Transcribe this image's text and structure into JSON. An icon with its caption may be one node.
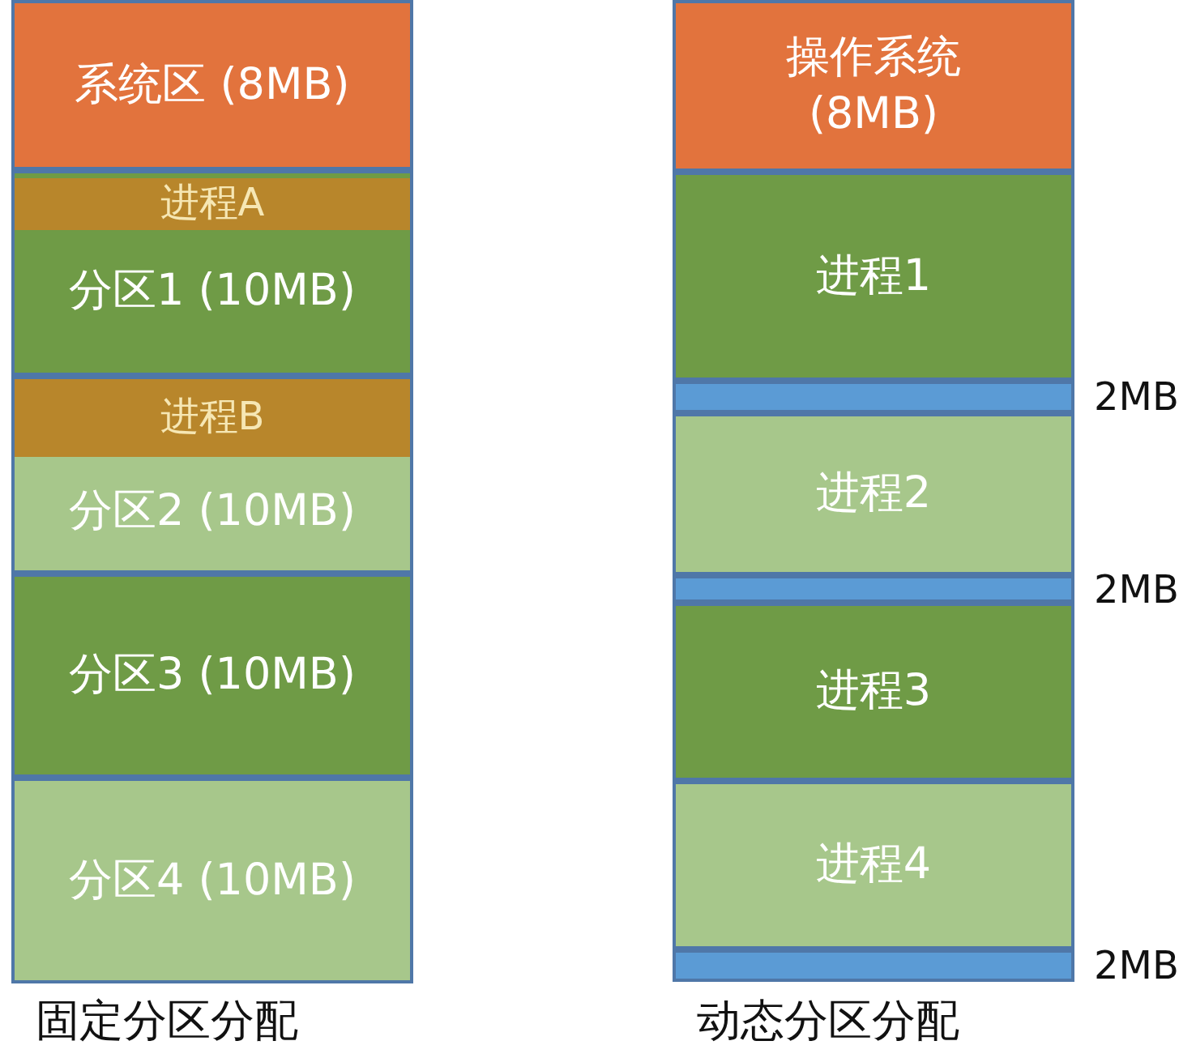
{
  "diagram": {
    "nodes": [
      {
        "text": [
          "系统区 (8MB)"
        ]
      },
      {
        "text": [
          "分区1 (10MB)"
        ]
      },
      {
        "text": [
          "进程A"
        ],
        "in": 1
      },
      {
        "text": [
          "分区2 (10MB)"
        ]
      },
      {
        "text": [
          "进程B"
        ],
        "in": 3
      },
      {
        "text": [
          "分区3 (10MB)"
        ]
      },
      {
        "text": [
          "分区4 (10MB)"
        ]
      },
      {
        "text": [
          "操作系统 (8MB)"
        ]
      },
      {
        "text": [
          "进程1"
        ]
      },
      {
        "text": [],
        "shape": "bar",
        "beside": [
          "2MB"
        ]
      },
      {
        "text": [
          "进程2"
        ]
      },
      {
        "text": [],
        "shape": "bar",
        "beside": [
          "2MB"
        ]
      },
      {
        "text": [
          "进程3"
        ]
      },
      {
        "text": [
          "进程4"
        ]
      },
      {
        "text": [],
        "shape": "bar",
        "beside": [
          "2MB"
        ]
      }
    ],
    "edges": [],
    "labels": [
      "固定分区分配",
      "动态分区分配"
    ]
  }
}
